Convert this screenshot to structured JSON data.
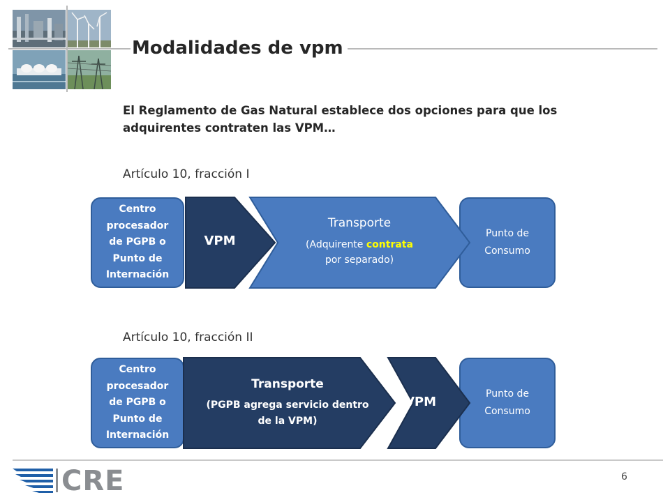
{
  "slide": {
    "title": "Modalidades de vpm",
    "intro": "El Reglamento de Gas Natural establece dos opciones para que los adquirentes contraten las VPM…",
    "page_number": "6"
  },
  "logo": {
    "text": "CRE"
  },
  "option1": {
    "article": "Artículo 10, fracción I",
    "origin_lines": [
      "Centro",
      "procesador",
      "de PGPB o",
      "Punto de",
      "Internación"
    ],
    "vpm_label": "VPM",
    "transport_title": "Transporte",
    "transport_note_pre": "(Adquirente ",
    "transport_note_highlight": "contrata",
    "transport_note_post": "por separado)",
    "destination_lines": [
      "Punto de",
      "Consumo"
    ]
  },
  "option2": {
    "article": "Artículo 10, fracción II",
    "origin_lines": [
      "Centro",
      "procesador",
      "de PGPB o",
      "Punto de",
      "Internación"
    ],
    "transport_title": "Transporte",
    "transport_note_line1": "(PGPB agrega servicio dentro",
    "transport_note_line2": "de la VPM)",
    "vpm_label": "VPM",
    "destination_lines": [
      "Punto de",
      "Consumo"
    ]
  },
  "colors": {
    "node_blue": "#4a7bc0",
    "node_border": "#2f5d9a",
    "dark_navy": "#243d63",
    "highlight": "#ffff00"
  }
}
